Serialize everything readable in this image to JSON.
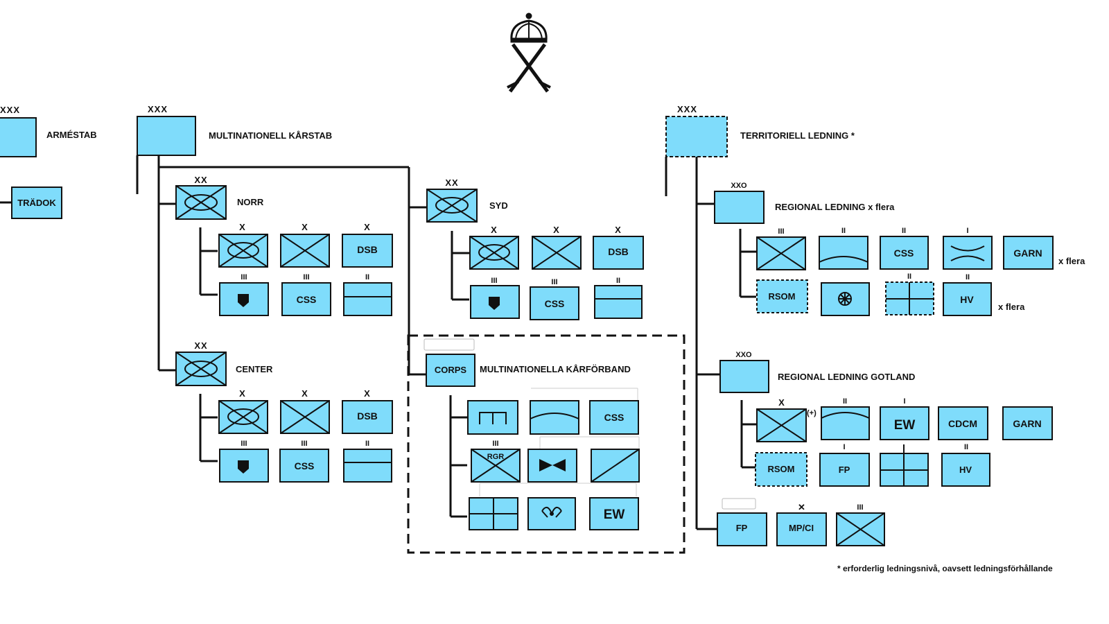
{
  "headquarters": {
    "armestab": {
      "echelon": "XXX",
      "label": "ARMÉSTAB"
    },
    "tradok": {
      "label": "TRÄDOK"
    },
    "karstab": {
      "echelon": "XXX",
      "label": "MULTINATIONELL KÅRSTAB"
    },
    "territoriell": {
      "echelon": "XXX",
      "label": "TERRITORIELL LEDNING *"
    }
  },
  "divisions": {
    "norr": {
      "echelon": "XX",
      "label": "NORR"
    },
    "syd": {
      "echelon": "XX",
      "label": "SYD"
    },
    "center": {
      "echelon": "XX",
      "label": "CENTER"
    }
  },
  "div_units": {
    "brigade_echelon": "X",
    "regiment_echelon": "III",
    "battalion_echelon": "II",
    "dsb": "DSB",
    "css": "CSS"
  },
  "corps": {
    "label": "CORPS",
    "title": "MULTINATIONELLA KÅRFÖRBAND",
    "css": "CSS",
    "rgr": "RGR",
    "rgr_echelon": "III",
    "ew": "EW"
  },
  "regional": {
    "echelon": "XXO",
    "label": "REGIONAL LEDNING x flera",
    "ech_r1": [
      "III",
      "II",
      "II",
      "I"
    ],
    "css": "CSS",
    "garn": "GARN",
    "x_flera_1": "x flera",
    "rsom": "RSOM",
    "ech_r2": [
      "II",
      "II"
    ],
    "hv": "HV",
    "x_flera_2": "x flera"
  },
  "gotland": {
    "echelon": "XXO",
    "label": "REGIONAL LEDNING GOTLAND",
    "bde_echelon": "X",
    "reinforced": "(+)",
    "ech_r1": [
      "II",
      "I"
    ],
    "ew": "EW",
    "cdcm": "CDCM",
    "garn": "GARN",
    "rsom": "RSOM",
    "ech_r2": [
      "I",
      "II"
    ],
    "fp": "FP",
    "hv": "HV"
  },
  "bottom": {
    "fp": "FP",
    "mpci": "MP/CI",
    "echelon": "III"
  },
  "footnote": "* erforderlig ledningsnivå,  oavsett ledningsförhållande",
  "colors": {
    "unit_fill": "#7fdcfb",
    "line": "#111111"
  },
  "icons": [
    "crown-swords-emblem",
    "armor-cavalry-icon",
    "infantry-icon",
    "shield-icon",
    "bowtie-icon",
    "propeller-icon"
  ]
}
